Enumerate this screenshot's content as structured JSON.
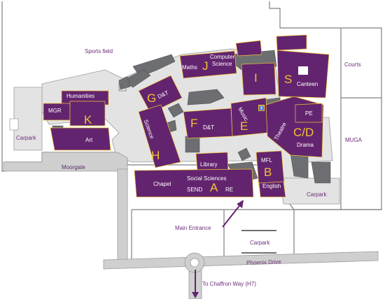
{
  "colors": {
    "building": "#63246f",
    "building_outline": "#f2c230",
    "grey_block": "#6d6e71",
    "path": "#e2e2e2",
    "road": "#c8c8c8",
    "outline": "#808080",
    "label_text": "#ffffff",
    "block_letter": "#f2c230",
    "external_text": "#6b2d7a"
  },
  "outdoor": {
    "sports_field": "Sports field",
    "carpark_west": "Carpark",
    "moorgate": "Moorgate",
    "courts": "Courts",
    "muga": "MUGA",
    "carpark_east": "Carpark",
    "main_entrance": "Main Entrance",
    "carpark_south": "Carpark",
    "phoenix_drive": "Phoenix Drive",
    "chaffron_way": "To Chaffron Way (H7)"
  },
  "blocks": {
    "J": {
      "letter": "J",
      "line1": "Computer",
      "line2": "Science",
      "maths": "Maths"
    },
    "I": {
      "letter": "I"
    },
    "S": {
      "letter": "S",
      "label": "Canteen"
    },
    "G": {
      "letter": "G",
      "label": "D&T"
    },
    "K": {
      "letter": "K",
      "humanities": "Humanities",
      "mgr": "MGR",
      "art": "Art"
    },
    "F": {
      "letter": "F",
      "label": "D&T"
    },
    "E": {
      "letter": "E",
      "label": "Music"
    },
    "H": {
      "letter": "H",
      "label": "Science"
    },
    "CD": {
      "letter": "C/D",
      "theatre": "Theatre",
      "pe": "PE",
      "drama": "Drama"
    },
    "A": {
      "letter": "A",
      "library": "Library",
      "social": "Social Sciences",
      "chapel": "Chapel",
      "send": "SEND",
      "re": "RE"
    },
    "B": {
      "letter": "B",
      "mfl": "MFL",
      "english": "English"
    }
  },
  "icons": [
    "toilets-icon",
    "entrance-arrow-icon",
    "roundabout-icon"
  ]
}
